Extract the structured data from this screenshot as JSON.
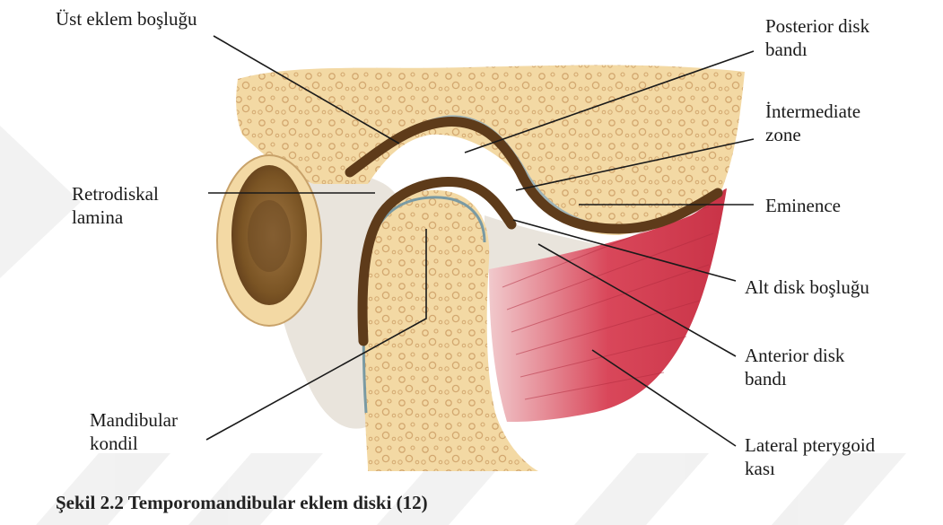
{
  "labels": {
    "ust_eklem_boslugu": "Üst eklem boşluğu",
    "posterior_disk_bandi": [
      "Posterior disk",
      "bandı"
    ],
    "intermediate_zone": [
      "İntermediate",
      "zone"
    ],
    "retrodiskal_lamina": [
      "Retrodiskal",
      "lamina"
    ],
    "eminence": "Eminence",
    "alt_disk_boslugu": "Alt disk boşluğu",
    "anterior_disk_bandi": [
      "Anterior disk",
      "bandı"
    ],
    "mandibular_kondil": [
      "Mandibular",
      "kondil"
    ],
    "lateral_pterygoid_kasi": [
      "Lateral pterygoid",
      "kası"
    ]
  },
  "caption": "Şekil 2.2 Temporomandibular eklem diski (12)",
  "colors": {
    "bone": "#f3d9a4",
    "bone_texture": "#d3a870",
    "disc": "#5e3b1a",
    "muscle": "#d9475a",
    "ligament": "#e9e4dc",
    "leader_line": "#1a1a1a",
    "watermark": "#ececec"
  }
}
